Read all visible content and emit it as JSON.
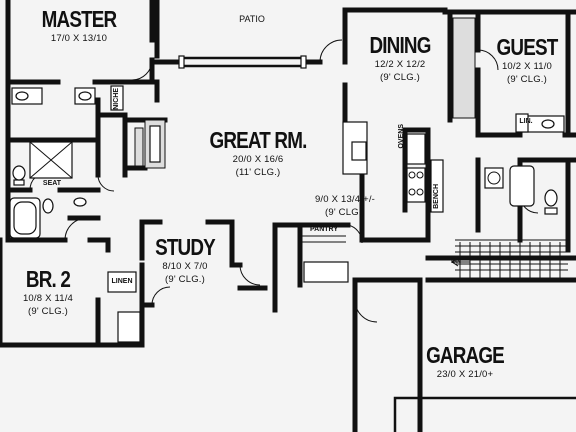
{
  "rooms": {
    "master": {
      "name": "MASTER",
      "dims": "17/0 X 13/10"
    },
    "patio": {
      "name": "PATIO"
    },
    "dining": {
      "name": "DINING",
      "dims": "12/2 X 12/2",
      "ceiling": "(9' CLG.)"
    },
    "guest": {
      "name": "GUEST",
      "dims": "10/2 X 11/0",
      "ceiling": "(9' CLG.)"
    },
    "great": {
      "name": "GREAT RM.",
      "dims": "20/0 X 16/6",
      "ceiling": "(11' CLG.)"
    },
    "kitchen": {
      "dims": "9/0 X 13/4 +/-",
      "ceiling": "(9' CLG.)"
    },
    "study": {
      "name": "STUDY",
      "dims": "8/10 X 7/0",
      "ceiling": "(9' CLG.)"
    },
    "br2": {
      "name": "BR. 2",
      "dims": "10/8 X 11/4",
      "ceiling": "(9' CLG.)"
    },
    "garage": {
      "name": "GARAGE",
      "dims": "23/0 X 21/0+"
    }
  },
  "labels": {
    "niche": "NICHE",
    "seat": "SEAT",
    "ovens": "OVENS",
    "bench": "BENCH",
    "pantry": "PANTRY",
    "linen": "LINEN",
    "lin": "LIN.",
    "dn": "DN"
  }
}
